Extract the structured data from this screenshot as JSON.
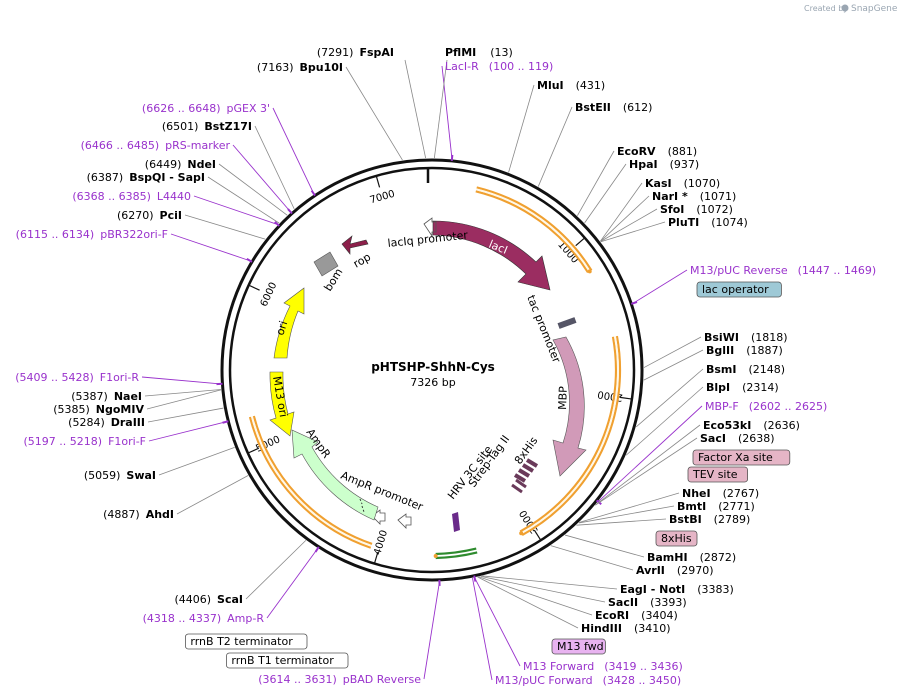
{
  "plasmid": {
    "name": "pHTSHP-ShhN-Cys",
    "size": "7326 bp"
  },
  "credit": {
    "prefix": "Created by",
    "brand": "SnapGene"
  },
  "ticks": [
    "1000",
    "2000",
    "3000",
    "4000",
    "5000",
    "6000",
    "7000"
  ],
  "top_sites": [
    {
      "pos": "(7291)",
      "name": "FspAI"
    },
    {
      "pos": "(13)",
      "name": "PflMI"
    }
  ],
  "right_labels": [
    {
      "type": "primer",
      "name": "LacI-R",
      "pos": "(100 .. 119)"
    },
    {
      "type": "site",
      "name": "MluI",
      "pos": "(431)"
    },
    {
      "type": "site",
      "name": "BstEII",
      "pos": "(612)"
    },
    {
      "type": "site",
      "name": "EcoRV",
      "pos": "(881)"
    },
    {
      "type": "site",
      "name": "HpaI",
      "pos": "(937)"
    },
    {
      "type": "site",
      "name": "KasI",
      "pos": "(1070)"
    },
    {
      "type": "site",
      "name": "NarI *",
      "pos": "(1071)"
    },
    {
      "type": "site",
      "name": "SfoI",
      "pos": "(1072)"
    },
    {
      "type": "site",
      "name": "PluTI",
      "pos": "(1074)"
    },
    {
      "type": "primer",
      "name": "M13/pUC Reverse",
      "pos": "(1447 .. 1469)"
    },
    {
      "type": "feature",
      "name": "lac operator"
    },
    {
      "type": "site",
      "name": "BsiWI",
      "pos": "(1818)"
    },
    {
      "type": "site",
      "name": "BglII",
      "pos": "(1887)"
    },
    {
      "type": "site",
      "name": "BsmI",
      "pos": "(2148)"
    },
    {
      "type": "site",
      "name": "BlpI",
      "pos": "(2314)"
    },
    {
      "type": "primer",
      "name": "MBP-F",
      "pos": "(2602 .. 2625)"
    },
    {
      "type": "site",
      "name": "Eco53kI",
      "pos": "(2636)"
    },
    {
      "type": "site",
      "name": "SacI",
      "pos": "(2638)"
    },
    {
      "type": "feature",
      "name": "Factor Xa site"
    },
    {
      "type": "feature",
      "name": "TEV site"
    },
    {
      "type": "site",
      "name": "NheI",
      "pos": "(2767)"
    },
    {
      "type": "site",
      "name": "BmtI",
      "pos": "(2771)"
    },
    {
      "type": "site",
      "name": "BstBI",
      "pos": "(2789)"
    },
    {
      "type": "feature",
      "name": "8xHis"
    },
    {
      "type": "site",
      "name": "BamHI",
      "pos": "(2872)"
    },
    {
      "type": "site",
      "name": "AvrII",
      "pos": "(2970)"
    },
    {
      "type": "site",
      "name": "EagI  - NotI",
      "pos": "(3383)"
    },
    {
      "type": "site",
      "name": "SacII",
      "pos": "(3393)"
    },
    {
      "type": "site",
      "name": "EcoRI",
      "pos": "(3404)"
    },
    {
      "type": "site",
      "name": "HindIII",
      "pos": "(3410)"
    },
    {
      "type": "feature",
      "name": "M13 fwd"
    },
    {
      "type": "primer",
      "name": "M13 Forward",
      "pos": "(3419 .. 3436)"
    },
    {
      "type": "primer",
      "name": "M13/pUC Forward",
      "pos": "(3428 .. 3450)"
    }
  ],
  "left_labels": [
    {
      "type": "site",
      "name": "Bpu10I",
      "pos": "(7163)"
    },
    {
      "type": "primer",
      "name": "pGEX 3'",
      "pos": "(6626 .. 6648)"
    },
    {
      "type": "site",
      "name": "BstZ17I",
      "pos": "(6501)"
    },
    {
      "type": "primer",
      "name": "pRS-marker",
      "pos": "(6466 .. 6485)"
    },
    {
      "type": "site",
      "name": "NdeI",
      "pos": "(6449)"
    },
    {
      "type": "site",
      "name": "BspQI  - SapI",
      "pos": "(6387)"
    },
    {
      "type": "primer",
      "name": "L4440",
      "pos": "(6368 .. 6385)"
    },
    {
      "type": "site",
      "name": "PciI",
      "pos": "(6270)"
    },
    {
      "type": "primer",
      "name": "pBR322ori-F",
      "pos": "(6115 .. 6134)"
    },
    {
      "type": "primer",
      "name": "F1ori-R",
      "pos": "(5409 .. 5428)"
    },
    {
      "type": "site",
      "name": "NaeI",
      "pos": "(5387)"
    },
    {
      "type": "site",
      "name": "NgoMIV",
      "pos": "(5385)"
    },
    {
      "type": "site",
      "name": "DraIII",
      "pos": "(5284)"
    },
    {
      "type": "primer",
      "name": "F1ori-F",
      "pos": "(5197 .. 5218)"
    },
    {
      "type": "site",
      "name": "SwaI",
      "pos": "(5059)"
    },
    {
      "type": "site",
      "name": "AhdI",
      "pos": "(4887)"
    },
    {
      "type": "site",
      "name": "ScaI",
      "pos": "(4406)"
    },
    {
      "type": "primer",
      "name": "Amp-R",
      "pos": "(4318 .. 4337)"
    },
    {
      "type": "feature",
      "name": "rrnB T2 terminator"
    },
    {
      "type": "feature",
      "name": "rrnB T1 terminator"
    },
    {
      "type": "primer",
      "name": "pBAD Reverse",
      "pos": "(3614 .. 3631)"
    }
  ],
  "features": {
    "lacIq_promoter": "lacIq promoter",
    "lacI": "lacI",
    "tac_promoter": "tac promoter",
    "MBP": "MBP",
    "strep_tag": "Strep-Tag II",
    "his8": "8xHis",
    "hrv": "HRV 3C site",
    "ampr_promoter": "AmpR promoter",
    "ampr": "AmpR",
    "m13_ori": "M13 ori",
    "ori": "ori",
    "bom": "bom",
    "rop": "rop"
  },
  "colors": {
    "lacI": "#9b2d61",
    "MBP": "#d19ab8",
    "ori": "#ffff00",
    "ampr": "#ccffcc",
    "rop": "#8c1f4a",
    "bom": "#999999",
    "orf": "#f0a030",
    "orf_green": "#2e8b2e",
    "primer": "#9932cc",
    "lac_operator": "#9ec9d6",
    "factor_box": "#e5b5c6",
    "his_box": "#e5b5c6",
    "m13_box": "#e8b3f0"
  }
}
